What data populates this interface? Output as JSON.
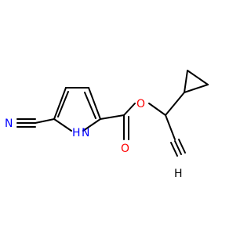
{
  "molecule": {
    "atoms": {
      "nitrile_n": {
        "symbol": "N",
        "color": "#0000FF"
      },
      "ring_n": {
        "symbol": "N",
        "color": "#0000FF"
      },
      "ring_h": {
        "symbol": "H",
        "color": "#0000FF"
      },
      "ester_o": {
        "symbol": "O",
        "color": "#FF0000"
      },
      "carbonyl_o": {
        "symbol": "O",
        "color": "#FF0000"
      },
      "alkyne_c": {
        "symbol": "C",
        "color": "#000000"
      },
      "alkyne_h": {
        "symbol": "H",
        "color": "#000000"
      }
    },
    "bond_color": "#000000",
    "background": "#FFFFFF"
  }
}
